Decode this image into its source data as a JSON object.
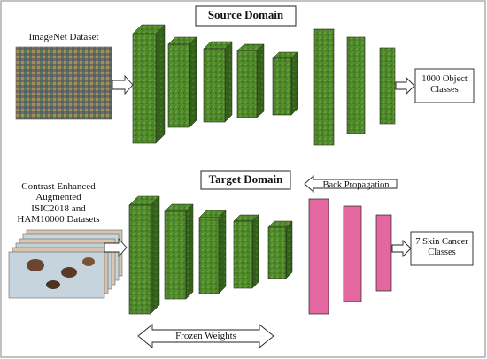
{
  "source": {
    "title": "Source Domain",
    "dataset_label": "ImageNet Dataset",
    "output_label_line1": "1000 Object",
    "output_label_line2": "Classes"
  },
  "target": {
    "title": "Target Domain",
    "dataset_line1": "Contrast Enhanced",
    "dataset_line2": "Augmented",
    "dataset_line3": "ISIC2018 and",
    "dataset_line4": "HAM10000 Datasets",
    "back_propagation_label": "Back Propagation",
    "output_label_line1": "7 Skin Cancer",
    "output_label_line2": "Classes",
    "frozen_label": "Frozen Weights"
  },
  "colors": {
    "layer_green": "#4f8a2a",
    "layer_green_dark": "#2f5a16",
    "layer_pink": "#e5679f",
    "outline": "#222222"
  }
}
